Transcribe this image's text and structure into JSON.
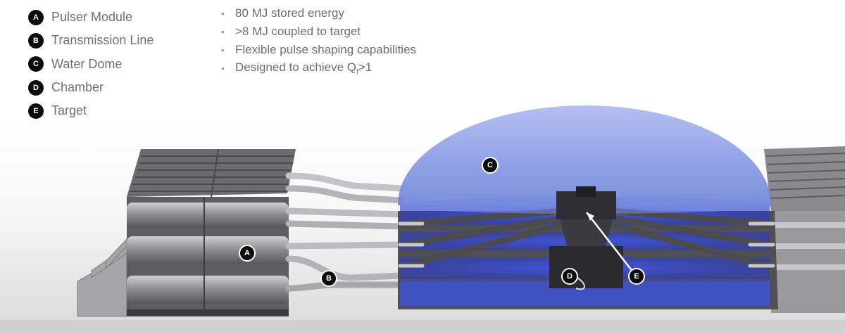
{
  "legend": [
    {
      "letter": "A",
      "label": "Pulser Module"
    },
    {
      "letter": "B",
      "label": "Transmission Line"
    },
    {
      "letter": "C",
      "label": "Water Dome"
    },
    {
      "letter": "D",
      "label": "Chamber"
    },
    {
      "letter": "E",
      "label": "Target"
    }
  ],
  "specs": {
    "bullet": "•",
    "items": [
      "80 MJ stored energy",
      ">8 MJ coupled to target",
      "Flexible pulse shaping capabilities"
    ],
    "last_prefix": "Designed to achieve Q",
    "last_subscript": "f",
    "last_suffix": ">1"
  },
  "markers": {
    "a": "A",
    "b": "B",
    "c": "C",
    "d": "D",
    "e": "E"
  },
  "colors": {
    "dome": "#7f93e6",
    "glow": "#3c54ff",
    "steel": "#8c8c90",
    "badge": "#0b0b0b"
  }
}
